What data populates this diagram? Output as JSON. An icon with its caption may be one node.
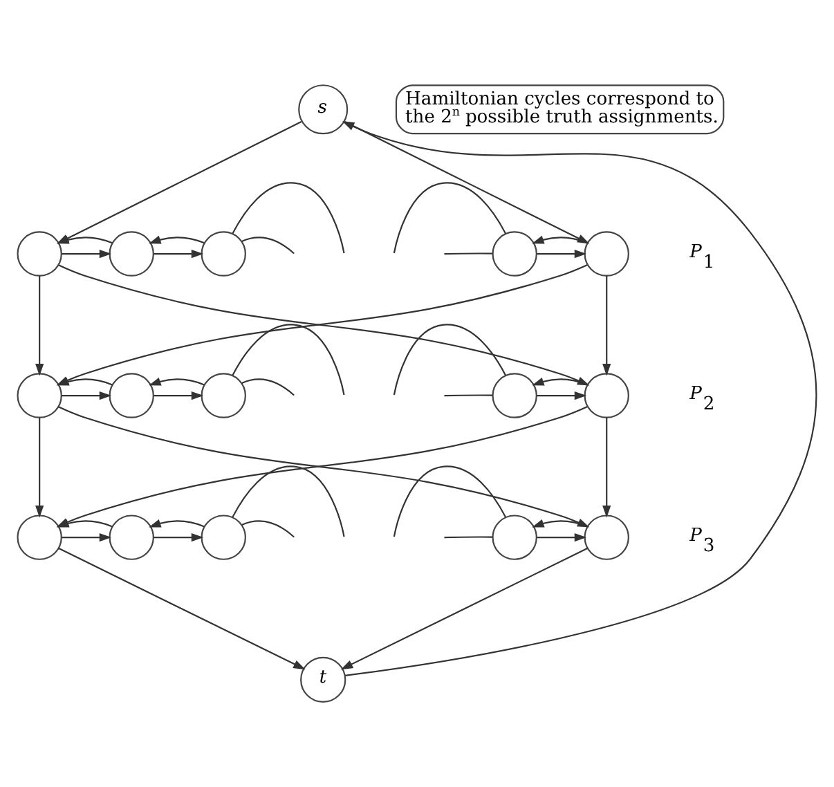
{
  "diagram": {
    "nodes": [
      {
        "text": [
          "s"
        ]
      },
      {
        "text": [
          "Hamiltonian cycles correspond to the 2$^{n}$ possible truth assignments."
        ]
      },
      {
        "text": [],
        "shape": "circle"
      },
      {
        "text": [],
        "shape": "circle"
      },
      {
        "text": [],
        "shape": "circle"
      },
      {
        "text": [],
        "shape": "circle"
      },
      {
        "text": [],
        "shape": "circle"
      },
      {
        "text": [],
        "shape": "circle"
      },
      {
        "text": [],
        "shape": "circle"
      },
      {
        "text": [],
        "shape": "circle"
      },
      {
        "text": [],
        "shape": "circle"
      },
      {
        "text": [],
        "shape": "circle"
      },
      {
        "text": [],
        "shape": "circle"
      },
      {
        "text": [],
        "shape": "circle"
      },
      {
        "text": [],
        "shape": "circle"
      },
      {
        "text": [],
        "shape": "circle"
      },
      {
        "text": [],
        "shape": "circle"
      },
      {
        "text": [
          "t"
        ]
      }
    ],
    "edges": [
      {
        "from": 0,
        "to": 2,
        "arrow": "to"
      },
      {
        "from": 0,
        "to": 6,
        "arrow": "to"
      },
      {
        "from": 2,
        "to": 3,
        "arrow": "to"
      },
      {
        "from": 3,
        "to": 2,
        "arrow": "to"
      },
      {
        "from": 3,
        "to": 4,
        "arrow": "to"
      },
      {
        "from": 4,
        "to": 3,
        "arrow": "to"
      },
      {
        "from": 4,
        "to": null,
        "arrow": "none"
      },
      {
        "from": 4,
        "to": null,
        "arrow": "none"
      },
      {
        "from": null,
        "to": 5,
        "arrow": "none"
      },
      {
        "from": null,
        "to": 5,
        "arrow": "none"
      },
      {
        "from": 5,
        "to": 6,
        "arrow": "to"
      },
      {
        "from": 6,
        "to": 5,
        "arrow": "to"
      },
      {
        "from": 2,
        "to": 7,
        "arrow": "to"
      },
      {
        "from": 2,
        "to": 11,
        "arrow": "to"
      },
      {
        "from": 6,
        "to": 7,
        "arrow": "to"
      },
      {
        "from": 6,
        "to": 11,
        "arrow": "to"
      },
      {
        "from": 7,
        "to": 8,
        "arrow": "to"
      },
      {
        "from": 8,
        "to": 7,
        "arrow": "to"
      },
      {
        "from": 8,
        "to": 9,
        "arrow": "to"
      },
      {
        "from": 9,
        "to": 8,
        "arrow": "to"
      },
      {
        "from": 9,
        "to": null,
        "arrow": "none"
      },
      {
        "from": 9,
        "to": null,
        "arrow": "none"
      },
      {
        "from": null,
        "to": 10,
        "arrow": "none"
      },
      {
        "from": null,
        "to": 10,
        "arrow": "none"
      },
      {
        "from": 10,
        "to": 11,
        "arrow": "to"
      },
      {
        "from": 11,
        "to": 10,
        "arrow": "to"
      },
      {
        "from": 7,
        "to": 12,
        "arrow": "to"
      },
      {
        "from": 7,
        "to": 16,
        "arrow": "to"
      },
      {
        "from": 11,
        "to": 12,
        "arrow": "to"
      },
      {
        "from": 11,
        "to": 16,
        "arrow": "to"
      },
      {
        "from": 12,
        "to": 13,
        "arrow": "to"
      },
      {
        "from": 13,
        "to": 12,
        "arrow": "to"
      },
      {
        "from": 13,
        "to": 14,
        "arrow": "to"
      },
      {
        "from": 14,
        "to": 13,
        "arrow": "to"
      },
      {
        "from": 14,
        "to": null,
        "arrow": "none"
      },
      {
        "from": 14,
        "to": null,
        "arrow": "none"
      },
      {
        "from": null,
        "to": 15,
        "arrow": "none"
      },
      {
        "from": null,
        "to": 15,
        "arrow": "none"
      },
      {
        "from": 15,
        "to": 16,
        "arrow": "to"
      },
      {
        "from": 16,
        "to": 15,
        "arrow": "to"
      },
      {
        "from": 12,
        "to": 17,
        "arrow": "to"
      },
      {
        "from": 16,
        "to": 17,
        "arrow": "to"
      },
      {
        "from": 17,
        "to": 0,
        "arrow": "to"
      }
    ],
    "labels": [
      "*P*$_{1}$",
      "*P*$_{2}$",
      "*P*$_{3}$"
    ]
  }
}
